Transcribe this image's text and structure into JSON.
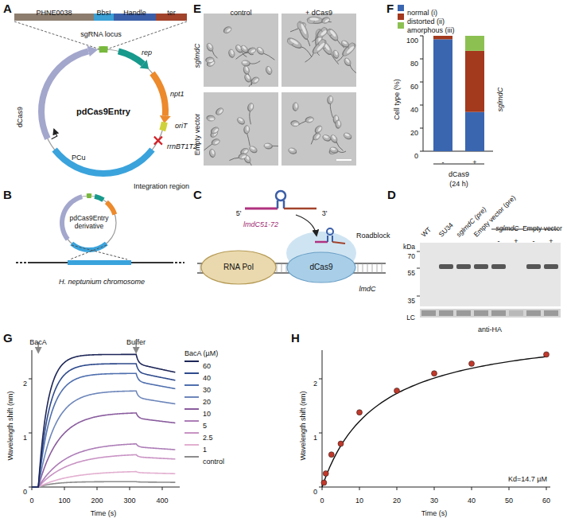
{
  "diagram": {
    "nodes": [
      {
        "text": [
          "PHNE0038"
        ]
      },
      {
        "text": [
          "BbsI"
        ]
      },
      {
        "text": [
          "Handle"
        ]
      },
      {
        "text": [
          "ter"
        ]
      },
      {
        "text": [
          "pdCas9Entry"
        ]
      },
      {
        "text": [
          "pdCas9Entry derivative"
        ]
      },
      {
        "text": [
          "RNA Pol"
        ]
      },
      {
        "text": [
          "dCas9"
        ]
      }
    ],
    "labels": [
      "A",
      "sgRNA locus",
      "rep",
      "npt1",
      "oriT",
      "rrnBT1T2",
      "Integration region",
      "PCu",
      "dCas9",
      "B",
      "H. neptunium chromosome",
      "C",
      "5'",
      "3'",
      "lmdC51-72",
      "Roadblock",
      "lmdC",
      "D",
      "WT",
      "SU34",
      "sglmdC (pre)",
      "Empty vector (pre)",
      "sglmdC",
      "Empty vector",
      "-",
      "+",
      "-",
      "+",
      "kDa",
      "70",
      "55",
      "35",
      "LC",
      "anti-HA",
      "E",
      "control",
      "+ dCas9",
      "sglmdC",
      "Empty vector",
      "F",
      "100",
      "80",
      "60",
      "40",
      "20",
      "0",
      "Cell type (%)",
      "sglmdC",
      "-",
      "+",
      "dCas9",
      "(24 h)",
      "G",
      "BacA",
      "Buffer",
      "BacA (µM)",
      "2",
      "1",
      "0",
      "0",
      "100",
      "200",
      "300",
      "400",
      "Time (s)",
      "Wavelength shift (nm)",
      "H",
      "2",
      "1",
      "0",
      "0",
      "10",
      "20",
      "30",
      "40",
      "50",
      "60",
      "Time (s)",
      "Wavelength shift (nm)",
      "Kd=14.7 µM"
    ],
    "legend": [
      {
        "text": "normal (i)",
        "color": "#3a66b0"
      },
      {
        "text": "distorted (ii)",
        "color": "#a3391d"
      },
      {
        "text": "amorphous (iii)",
        "color": "#8cc152"
      },
      {
        "text": "60",
        "color": "#1d2657"
      },
      {
        "text": "40",
        "color": "#2e4a8c"
      },
      {
        "text": "30",
        "color": "#4f6fae"
      },
      {
        "text": "20",
        "color": "#6d86ba"
      },
      {
        "text": "10",
        "color": "#8a5c9e"
      },
      {
        "text": "5",
        "color": "#ad7db7"
      },
      {
        "text": "2.5",
        "color": "#c993c4"
      },
      {
        "text": "1",
        "color": "#e2afd0"
      },
      {
        "text": "control",
        "color": "#8c8c8c"
      }
    ]
  }
}
